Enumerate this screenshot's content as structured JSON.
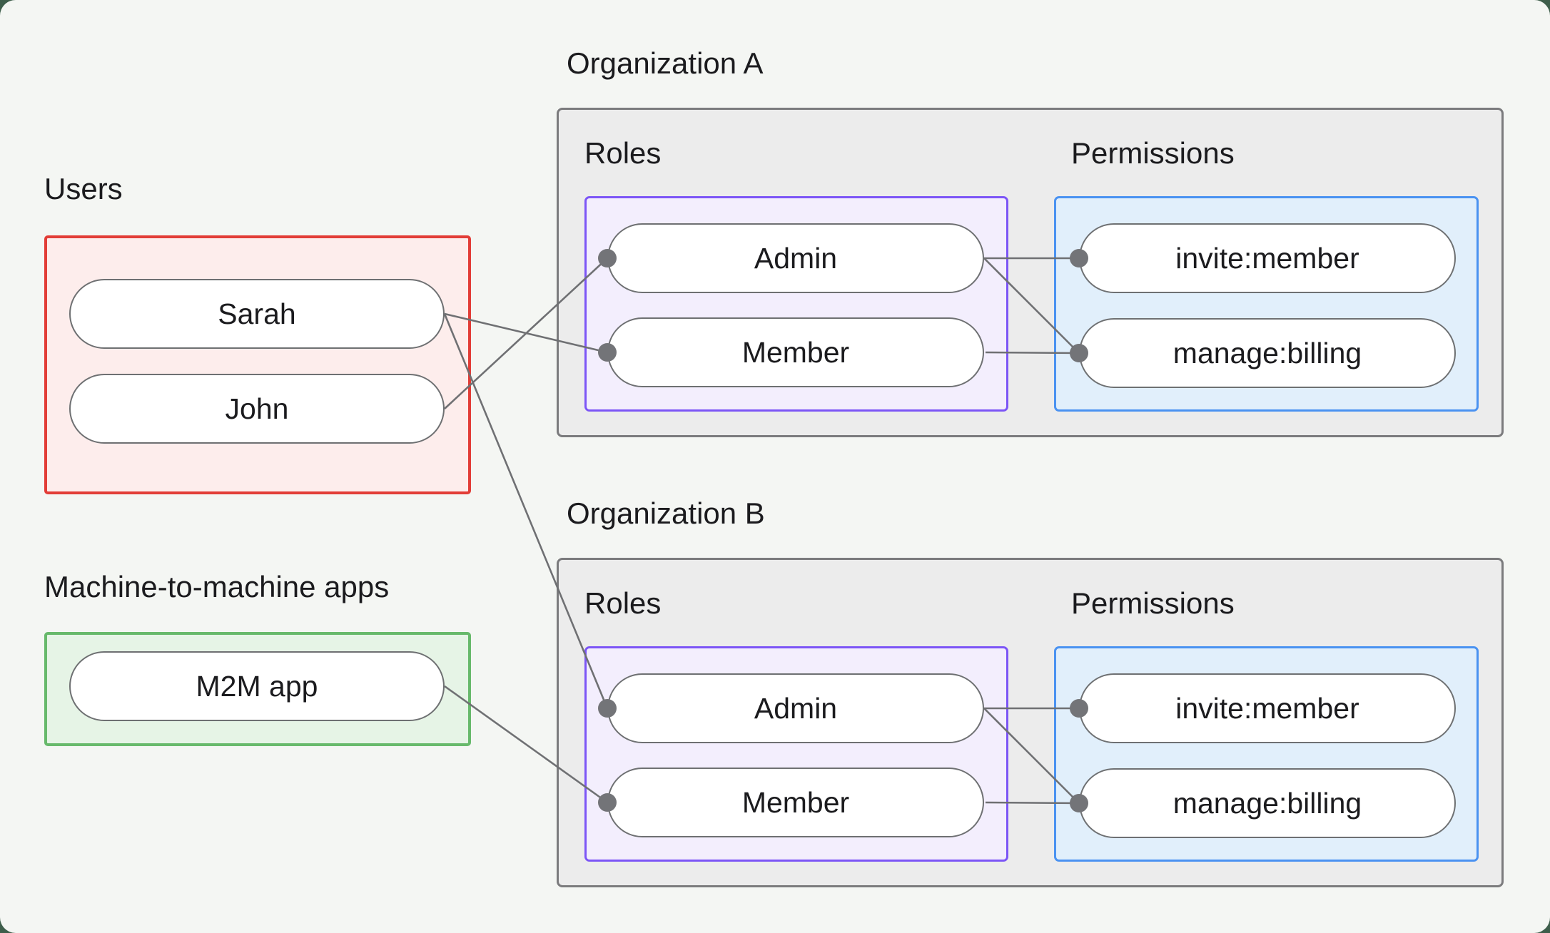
{
  "page": {
    "background_outer": "#3e5e4b",
    "background_panel": "#f4f6f3",
    "text_color": "#1b1b1e"
  },
  "users_group": {
    "label": "Users",
    "border_color": "#e23d37",
    "fill_color": "#fdedec",
    "items": [
      {
        "id": "user-sarah",
        "label": "Sarah"
      },
      {
        "id": "user-john",
        "label": "John"
      }
    ]
  },
  "m2m_group": {
    "label": "Machine-to-machine apps",
    "border_color": "#67b96b",
    "fill_color": "#e6f4e6",
    "items": [
      {
        "id": "m2m-app",
        "label": "M2M app"
      }
    ]
  },
  "organizations": [
    {
      "title": "Organization A",
      "roles_label": "Roles",
      "permissions_label": "Permissions",
      "roles_border_color": "#7c55f6",
      "roles_fill_color": "#f3eefd",
      "permissions_border_color": "#4a92f1",
      "permissions_fill_color": "#e1effb",
      "roles": [
        {
          "id": "org-a-role-admin",
          "label": "Admin"
        },
        {
          "id": "org-a-role-member",
          "label": "Member"
        }
      ],
      "permissions": [
        {
          "id": "org-a-perm-invite-member",
          "label": "invite:member"
        },
        {
          "id": "org-a-perm-manage-billing",
          "label": "manage:billing"
        }
      ]
    },
    {
      "title": "Organization B",
      "roles_label": "Roles",
      "permissions_label": "Permissions",
      "roles_border_color": "#7c55f6",
      "roles_fill_color": "#f3eefd",
      "permissions_border_color": "#4a92f1",
      "permissions_fill_color": "#e1effb",
      "roles": [
        {
          "id": "org-b-role-admin",
          "label": "Admin"
        },
        {
          "id": "org-b-role-member",
          "label": "Member"
        }
      ],
      "permissions": [
        {
          "id": "org-b-perm-invite-member",
          "label": "invite:member"
        },
        {
          "id": "org-b-perm-manage-billing",
          "label": "manage:billing"
        }
      ]
    }
  ],
  "edges": [
    {
      "from": "user-sarah",
      "to": "org-a-role-member"
    },
    {
      "from": "user-john",
      "to": "org-a-role-admin"
    },
    {
      "from": "user-sarah",
      "to": "org-b-role-admin"
    },
    {
      "from": "m2m-app",
      "to": "org-b-role-member"
    },
    {
      "from": "org-a-role-admin",
      "to": "org-a-perm-invite-member"
    },
    {
      "from": "org-a-role-admin",
      "to": "org-a-perm-manage-billing"
    },
    {
      "from": "org-a-role-member",
      "to": "org-a-perm-manage-billing"
    },
    {
      "from": "org-b-role-admin",
      "to": "org-b-perm-invite-member"
    },
    {
      "from": "org-b-role-admin",
      "to": "org-b-perm-manage-billing"
    },
    {
      "from": "org-b-role-member",
      "to": "org-b-perm-manage-billing"
    }
  ],
  "edge_style": {
    "line_color": "#6f7073",
    "dot_color": "#737478"
  }
}
